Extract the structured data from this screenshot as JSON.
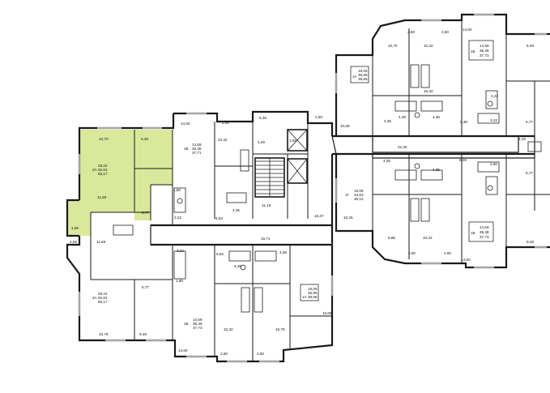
{
  "colors": {
    "highlight": "#d9e89b",
    "wall": "#1a1a1a",
    "background": "#ffffff"
  },
  "labels": {
    "r1": "10,70",
    "r2": "6,45",
    "r3": "11,69",
    "r4": "4,69",
    "r5": "6,77",
    "r6": "3,22",
    "r7": "1,80",
    "r8": "4,69",
    "r9": "11,69",
    "r10": "3,22",
    "r11": "1,80",
    "r12": "6,77",
    "r13": "10,78",
    "r14": "9,49",
    "r15": "14,60",
    "r16": "2,62",
    "r17": "10,32",
    "r18": "6,49",
    "r19": "2,49",
    "r20": "3,55",
    "r21": "2,50",
    "r22": "6,53",
    "r23": "4,35",
    "r24": "11,18",
    "r25": "16,71",
    "r26": "6,63",
    "r27": "4,35",
    "r28": "4,69",
    "r29": "16,37",
    "r30": "10,32",
    "r31": "10,78",
    "r32": "14,60",
    "r33": "2,60",
    "r34": "2,60",
    "r35": "10,69",
    "r36": "2,60",
    "r37": "2,60",
    "r38": "10,32",
    "r39": "14,60",
    "r40": "9,49",
    "r41": "10,70",
    "r42": "10,32",
    "r43": "4,35",
    "r44": "4,35",
    "r45": "6,38",
    "r46": "10,69",
    "r47": "22,28",
    "r48": "4,35",
    "r49": "4,35",
    "r50": "4,35",
    "r51": "6,29",
    "r52": "10,25",
    "r53": "9,85",
    "r54": "10,32",
    "r55": "2,60",
    "r56": "14,60",
    "r57": "2,60",
    "r58": "9,49",
    "r59": "3,22",
    "r60": "2,60",
    "r61": "6,77",
    "r62": "3,22",
    "r63": "6,77",
    "r64": "2,29"
  },
  "apartments": {
    "a1": {
      "type": "2А",
      "area1": "28,22",
      "area2": "52,62",
      "area3": "55,17"
    },
    "a2": {
      "type": "2А",
      "area1": "28,22",
      "area2": "52,62",
      "area3": "55,17"
    },
    "a3": {
      "type": "1Б",
      "area1": "14,69",
      "area2": "35,36",
      "area3": "37,71"
    },
    "a4": {
      "type": "1Б",
      "area1": "14,69",
      "area2": "35,36",
      "area3": "37,73"
    },
    "a5": {
      "type": "1А",
      "area1": "19,06",
      "area2": "36,85",
      "area3": "38,68"
    },
    "a6": {
      "type": "1А",
      "area1": "19,06",
      "area2": "36,85",
      "area3": "38,66"
    },
    "a7": {
      "type": "1Б",
      "area1": "14,69",
      "area2": "35,36",
      "area3": "37,73"
    },
    "a8": {
      "type": "1Б",
      "area1": "14,69",
      "area2": "35,38",
      "area3": "37,73"
    },
    "a9": {
      "type": "1Г",
      "area1": "19,06",
      "area2": "34,63",
      "area3": "36,12"
    }
  }
}
